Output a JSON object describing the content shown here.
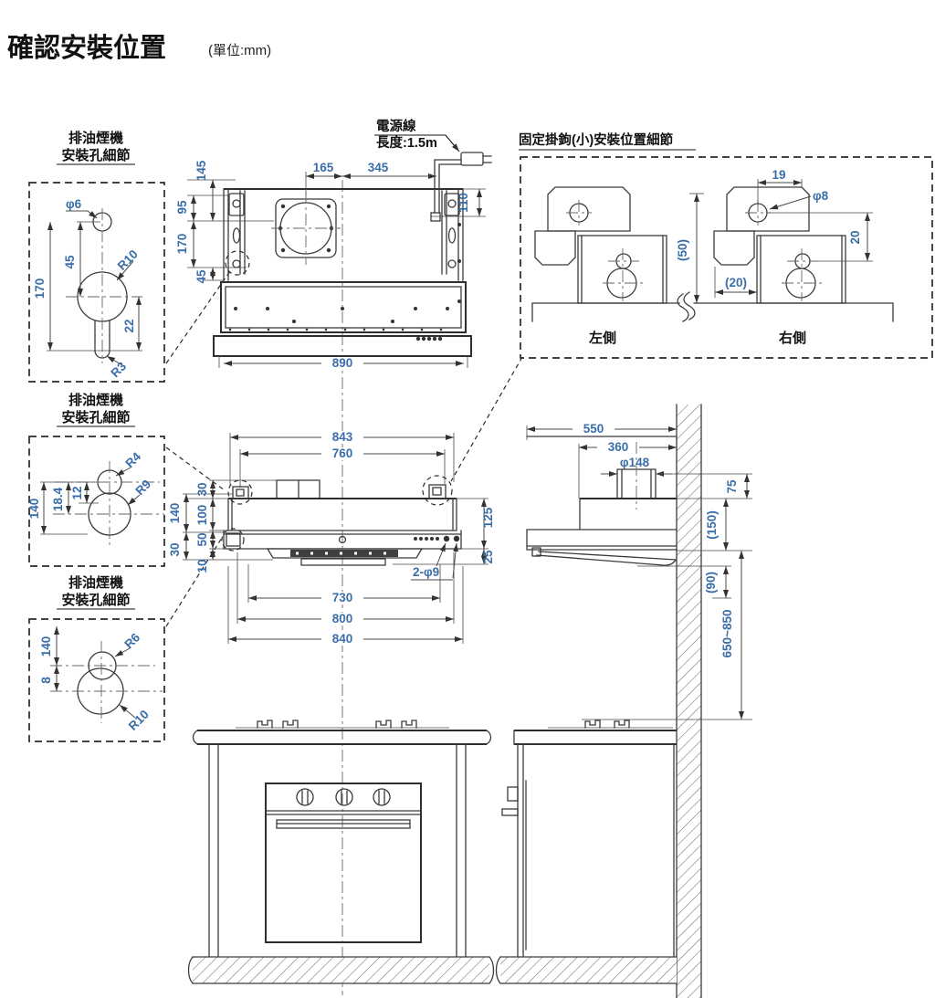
{
  "page": {
    "title": "確認安裝位置",
    "unit": "(單位:mm)"
  },
  "labels": {
    "hole_detail_1": "排油煙機",
    "hole_detail_2": "安裝孔細節",
    "hook_title": "固定掛鉤(小)安裝位置細節",
    "left": "左側",
    "right": "右側",
    "cord_1": "電源線",
    "cord_2": "長度:1.5m"
  },
  "dims": {
    "box1": {
      "dia": "φ6",
      "r_big": "R10",
      "r_slot": "R3",
      "v45": "45",
      "v170": "170",
      "v22": "22"
    },
    "box2": {
      "r_small": "R4",
      "r_big": "R9",
      "v140": "140",
      "v18_4": "18.4",
      "v12": "12"
    },
    "box3": {
      "r_small": "R6",
      "r_big": "R10",
      "v140": "140",
      "v8": "8"
    },
    "hook": {
      "v19": "19",
      "dia": "φ8",
      "v20": "20",
      "v50": "(50)",
      "v20p": "(20)"
    },
    "front": {
      "v165": "165",
      "v345": "345",
      "v145": "145",
      "v95": "95",
      "v170": "170",
      "v45": "45",
      "v110": "110",
      "v890": "890"
    },
    "plan": {
      "v843": "843",
      "v760": "760",
      "v30t": "30",
      "v140": "140",
      "v100": "100",
      "v50": "50",
      "v30b": "30",
      "v10": "10",
      "v125": "125",
      "v25": "25",
      "v730": "730",
      "v800": "800",
      "v840": "840",
      "holes": "2-φ9"
    },
    "side": {
      "v550": "550",
      "v360": "360",
      "dia": "φ148",
      "v75": "75",
      "v150": "(150)",
      "v90": "(90)",
      "range": "650~850"
    }
  }
}
